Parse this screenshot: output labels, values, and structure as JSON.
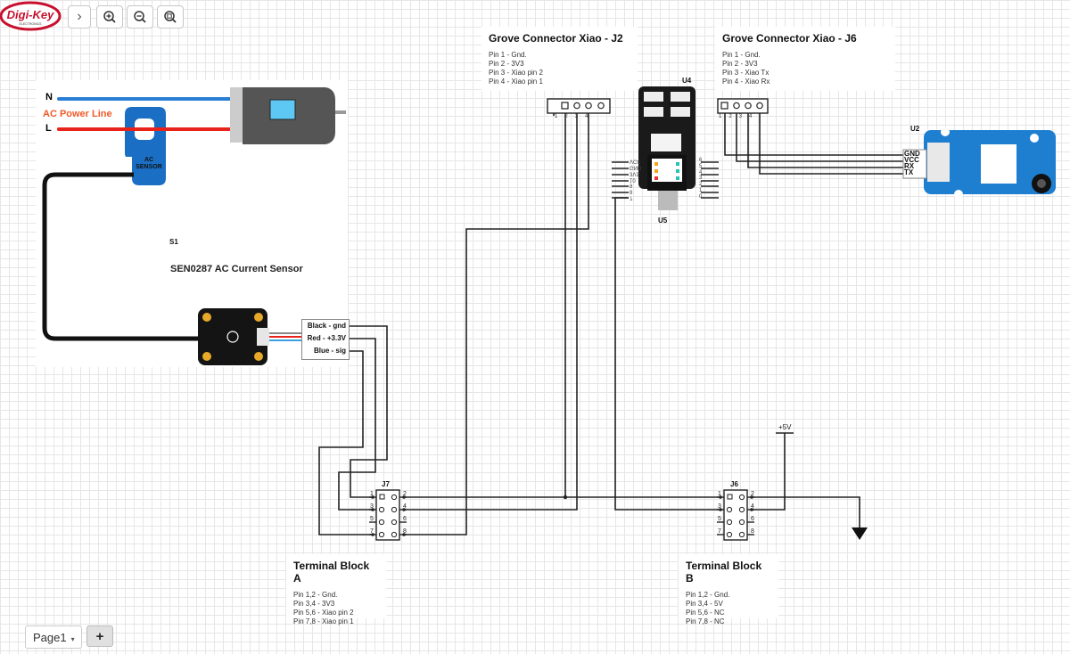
{
  "toolbar": {
    "logo_text": "Digi-Key",
    "logo_subtext": "ELECTRONICS",
    "next_label": "›",
    "zoom_in_icon": "zoom-in-icon",
    "zoom_out_icon": "zoom-out-icon",
    "zoom_fit_icon": "zoom-fit-icon"
  },
  "notes": {
    "j2": {
      "title": "Grove Connector Xiao - J2",
      "lines": [
        "Pin 1 - Gnd.",
        "Pin 2 - 3V3",
        "Pin 3 - Xiao pin 2",
        "Pin 4 - Xiao pin 1"
      ]
    },
    "j6": {
      "title": "Grove Connector Xiao - J6",
      "lines": [
        "Pin 1 - Gnd.",
        "Pin 2 - 3V3",
        "Pin 3 - Xiao Tx",
        "Pin 4 - Xiao Rx"
      ]
    },
    "terminal_a": {
      "title": "Terminal Block A",
      "lines": [
        "Pin 1,2 - Gnd.",
        "Pin 3,4  - 3V3",
        "Pin 5,6  - Xiao pin 2",
        "Pin 7,8 - Xiao pin 1"
      ]
    },
    "terminal_b": {
      "title": "Terminal Block B",
      "lines": [
        "Pin 1,2 - Gnd.",
        "Pin 3,4  - 5V",
        "Pin 5,6  - NC",
        "Pin 7,8 - NC"
      ]
    }
  },
  "sensor": {
    "ref": "S1",
    "name": "SEN0287 AC Current Sensor",
    "n_label": "N",
    "l_label": "L",
    "power_line_label": "AC Power Line",
    "clamp_label_1": "AC",
    "clamp_label_2": "SENSOR",
    "wires": [
      "Black - gnd",
      "Red - +3.3V",
      "Blue - sig"
    ]
  },
  "components": {
    "u4": "U4",
    "u5": "U5",
    "u2": "U2",
    "j7": "J7",
    "j6": "J6",
    "plus5v": "+5V",
    "xiao_left_pins": [
      "7",
      "8",
      "9",
      "10",
      "3V3",
      "GND",
      "VCC"
    ],
    "xiao_right_pins": [
      "6",
      "5",
      "4",
      "3",
      "2",
      "1",
      "0"
    ],
    "grove_pins": [
      "1",
      "2",
      "3",
      "4"
    ],
    "u2_pins": [
      "GND",
      "VCC",
      "RX",
      "TX"
    ],
    "terminal_pins_left": [
      "1",
      "3",
      "5",
      "7"
    ],
    "terminal_pins_right": [
      "2",
      "4",
      "6",
      "8"
    ]
  },
  "colors": {
    "neutral_wire": "#2a7fd4",
    "live_wire": "#e8231c",
    "power_label": "#f05a28",
    "sensor_blue": "#1a6fc4",
    "grove_blue": "#1e7fd0",
    "digikey_red": "#c8102e"
  },
  "pagebar": {
    "page_label": "Page1",
    "add_label": "+"
  }
}
